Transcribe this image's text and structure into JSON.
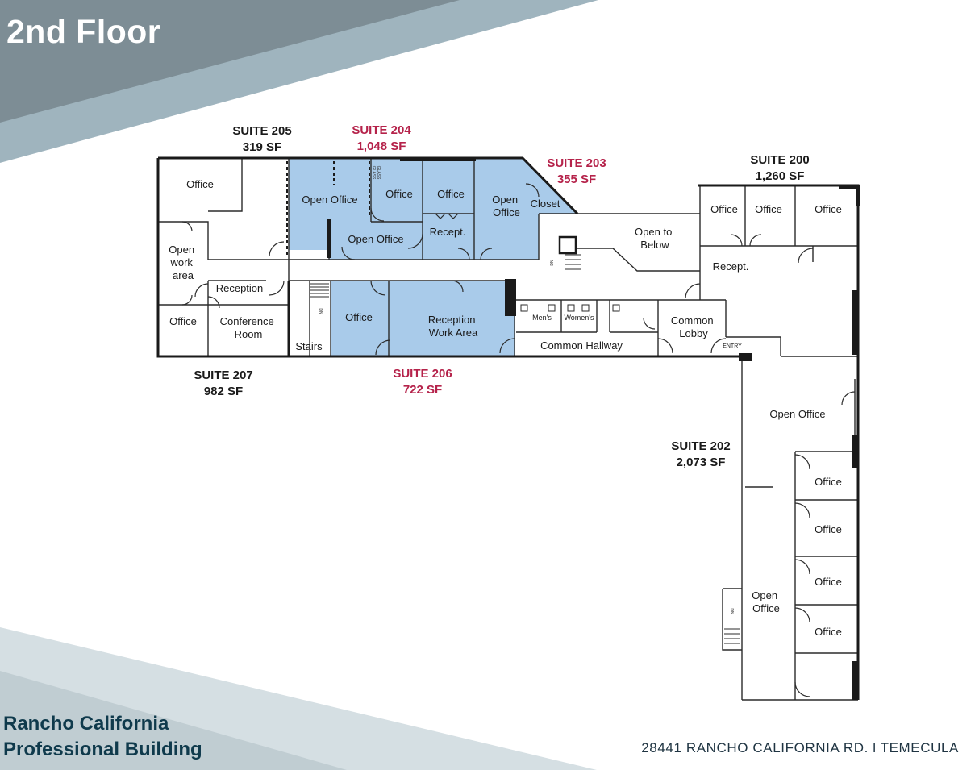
{
  "header": {
    "title": "2nd Floor"
  },
  "footer": {
    "building_line1": "Rancho California",
    "building_line2": "Professional Building",
    "address": "28441 RANCHO CALIFORNIA RD. l TEMECULA"
  },
  "colors": {
    "banner_dark": "#7d8d95",
    "banner_light": "#9fb4be",
    "footer_light": "#d5dfe3",
    "footer_mid": "#c0cdd2",
    "available_fill": "#a9cbea",
    "available_text": "#b5224a"
  },
  "suites": [
    {
      "id": "s205",
      "name": "SUITE 205",
      "area": "319 SF",
      "available": false
    },
    {
      "id": "s204",
      "name": "SUITE 204",
      "area": "1,048 SF",
      "available": true
    },
    {
      "id": "s203",
      "name": "SUITE 203",
      "area": "355 SF",
      "available": true
    },
    {
      "id": "s200",
      "name": "SUITE 200",
      "area": "1,260 SF",
      "available": false
    },
    {
      "id": "s207",
      "name": "SUITE 207",
      "area": "982 SF",
      "available": false
    },
    {
      "id": "s206",
      "name": "SUITE 206",
      "area": "722 SF",
      "available": true
    },
    {
      "id": "s202",
      "name": "SUITE 202",
      "area": "2,073 SF",
      "available": false
    }
  ],
  "rooms": [
    {
      "lines": [
        "Office"
      ]
    },
    {
      "lines": [
        "Open",
        "work",
        "area"
      ]
    },
    {
      "lines": [
        "Reception"
      ]
    },
    {
      "lines": [
        "Office"
      ]
    },
    {
      "lines": [
        "Conference",
        "Room"
      ]
    },
    {
      "lines": [
        "Open Office"
      ]
    },
    {
      "lines": [
        "Office"
      ]
    },
    {
      "lines": [
        "Open Office"
      ]
    },
    {
      "lines": [
        "Office"
      ]
    },
    {
      "lines": [
        "Recept."
      ]
    },
    {
      "lines": [
        "Open",
        "Office"
      ]
    },
    {
      "lines": [
        "Closet"
      ]
    },
    {
      "lines": [
        "Open to",
        "Below"
      ]
    },
    {
      "lines": [
        "Stairs"
      ]
    },
    {
      "lines": [
        "Office"
      ]
    },
    {
      "lines": [
        "Reception",
        "Work Area"
      ]
    },
    {
      "lines": [
        "Men's"
      ]
    },
    {
      "lines": [
        "Women's"
      ]
    },
    {
      "lines": [
        "Common Hallway"
      ]
    },
    {
      "lines": [
        "Common",
        "Lobby"
      ]
    },
    {
      "lines": [
        "ENTRY"
      ]
    },
    {
      "lines": [
        "Office"
      ]
    },
    {
      "lines": [
        "Office"
      ]
    },
    {
      "lines": [
        "Office"
      ]
    },
    {
      "lines": [
        "Recept."
      ]
    },
    {
      "lines": [
        "Open Office"
      ]
    },
    {
      "lines": [
        "Office"
      ]
    },
    {
      "lines": [
        "Office"
      ]
    },
    {
      "lines": [
        "Office"
      ]
    },
    {
      "lines": [
        "Open",
        "Office"
      ]
    },
    {
      "lines": [
        "Office"
      ]
    }
  ],
  "small_marks": [
    "GLASS",
    "GLASS",
    "DN",
    "DN",
    "DN"
  ]
}
